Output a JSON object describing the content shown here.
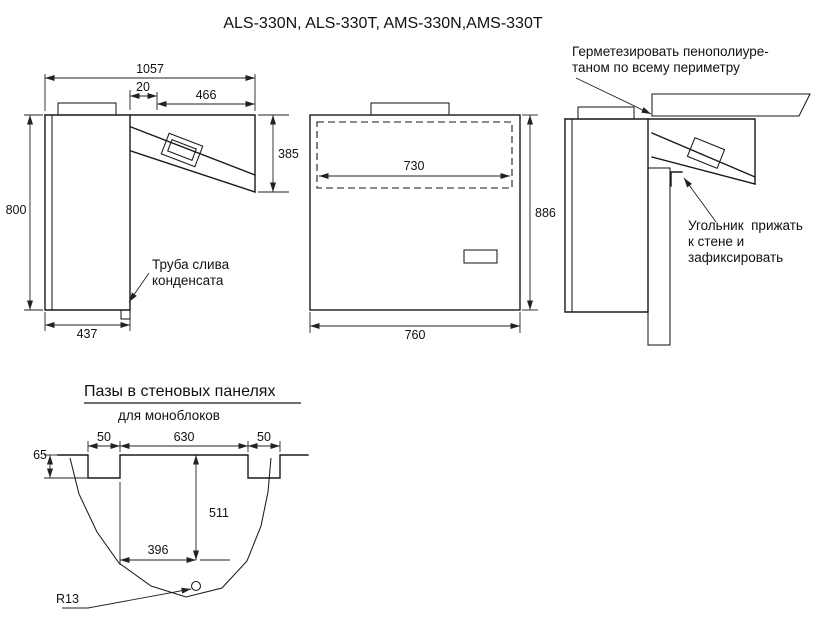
{
  "title": "ALS-330N, ALS-330T, AMS-330N,AMS-330T",
  "colors": {
    "line": "#1a1a1a",
    "background": "#ffffff"
  },
  "side_view": {
    "dims": {
      "overall_depth": "1057",
      "ledge": "20",
      "inner_depth": "466",
      "front_height": "385",
      "wall_height": "800",
      "outdoor_depth": "437"
    },
    "drain_label": {
      "line1": "Труба слива",
      "line2": "конденсата"
    }
  },
  "front_view": {
    "dims": {
      "opening_width": "730",
      "height": "886",
      "width": "760"
    }
  },
  "install_view": {
    "seal_note": {
      "line1": "Герметезировать пенополиуре-",
      "line2": "таном по всему периметру"
    },
    "bracket_note": {
      "line1": "Угольник  прижать",
      "line2": "к стене и",
      "line3": "зафиксировать"
    }
  },
  "groove_section": {
    "heading": "Пазы в стеновых панелях",
    "subheading": "для моноблоков",
    "dims": {
      "slot_depth": "65",
      "slot_width_left": "50",
      "slot_spacing": "630",
      "slot_width_right": "50",
      "hole_depth": "511",
      "hole_offset": "396",
      "hole_radius": "R13"
    }
  }
}
